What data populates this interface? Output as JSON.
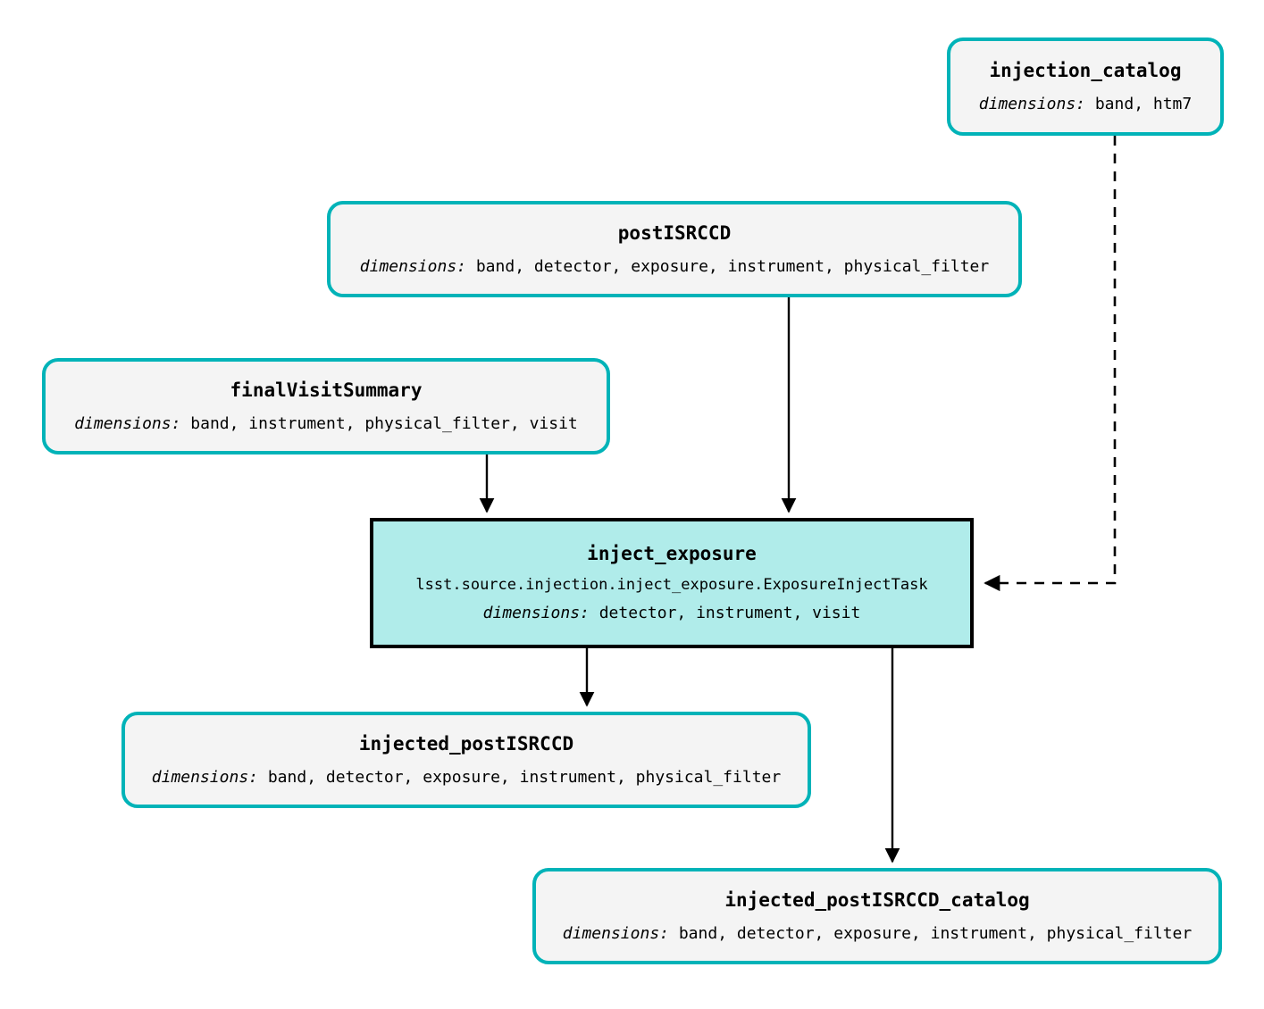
{
  "diagram": {
    "type": "pipeline-dag",
    "colors": {
      "dataset_border": "#00b3b8",
      "dataset_fill": "#f4f4f4",
      "task_border": "#000000",
      "task_fill": "#b0ecea",
      "edge": "#000000",
      "background": "#ffffff"
    },
    "dimensions_label": "dimensions:",
    "nodes": {
      "injection_catalog": {
        "kind": "dataset",
        "title": "injection_catalog",
        "dimensions": "band, htm7"
      },
      "postISRCCD": {
        "kind": "dataset",
        "title": "postISRCCD",
        "dimensions": "band, detector, exposure, instrument, physical_filter"
      },
      "finalVisitSummary": {
        "kind": "dataset",
        "title": "finalVisitSummary",
        "dimensions": "band, instrument, physical_filter, visit"
      },
      "inject_exposure": {
        "kind": "task",
        "title": "inject_exposure",
        "class_path": "lsst.source.injection.inject_exposure.ExposureInjectTask",
        "dimensions": "detector, instrument, visit"
      },
      "injected_postISRCCD": {
        "kind": "dataset",
        "title": "injected_postISRCCD",
        "dimensions": "band, detector, exposure, instrument, physical_filter"
      },
      "injected_postISRCCD_catalog": {
        "kind": "dataset",
        "title": "injected_postISRCCD_catalog",
        "dimensions": "band, detector, exposure, instrument, physical_filter"
      }
    },
    "edges": [
      {
        "from": "postISRCCD",
        "to": "inject_exposure",
        "style": "solid"
      },
      {
        "from": "finalVisitSummary",
        "to": "inject_exposure",
        "style": "solid"
      },
      {
        "from": "injection_catalog",
        "to": "inject_exposure",
        "style": "dashed"
      },
      {
        "from": "inject_exposure",
        "to": "injected_postISRCCD",
        "style": "solid"
      },
      {
        "from": "inject_exposure",
        "to": "injected_postISRCCD_catalog",
        "style": "solid"
      }
    ]
  }
}
